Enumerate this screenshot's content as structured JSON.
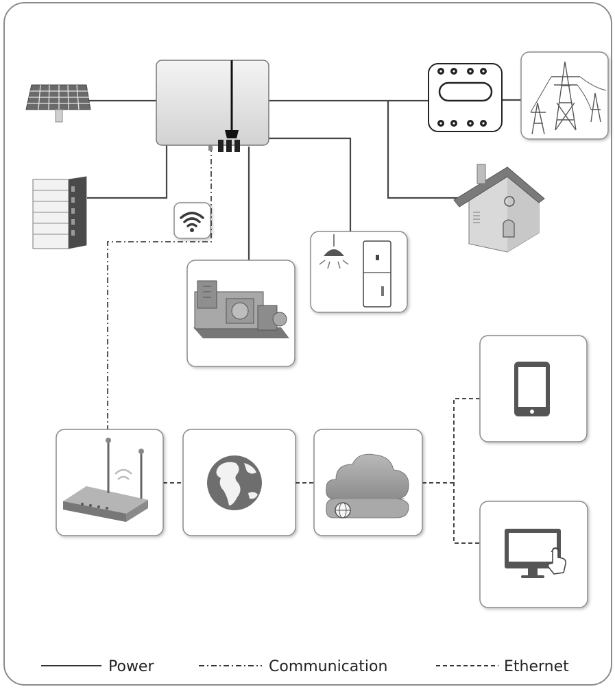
{
  "legend": {
    "power": "Power",
    "communication": "Communication",
    "ethernet": "Ethernet"
  },
  "colors": {
    "line": "#444444",
    "card_border": "#8a8a8a",
    "icon_dark": "#555555",
    "icon_mid": "#8c8c8c",
    "icon_light": "#d0d0d0"
  }
}
